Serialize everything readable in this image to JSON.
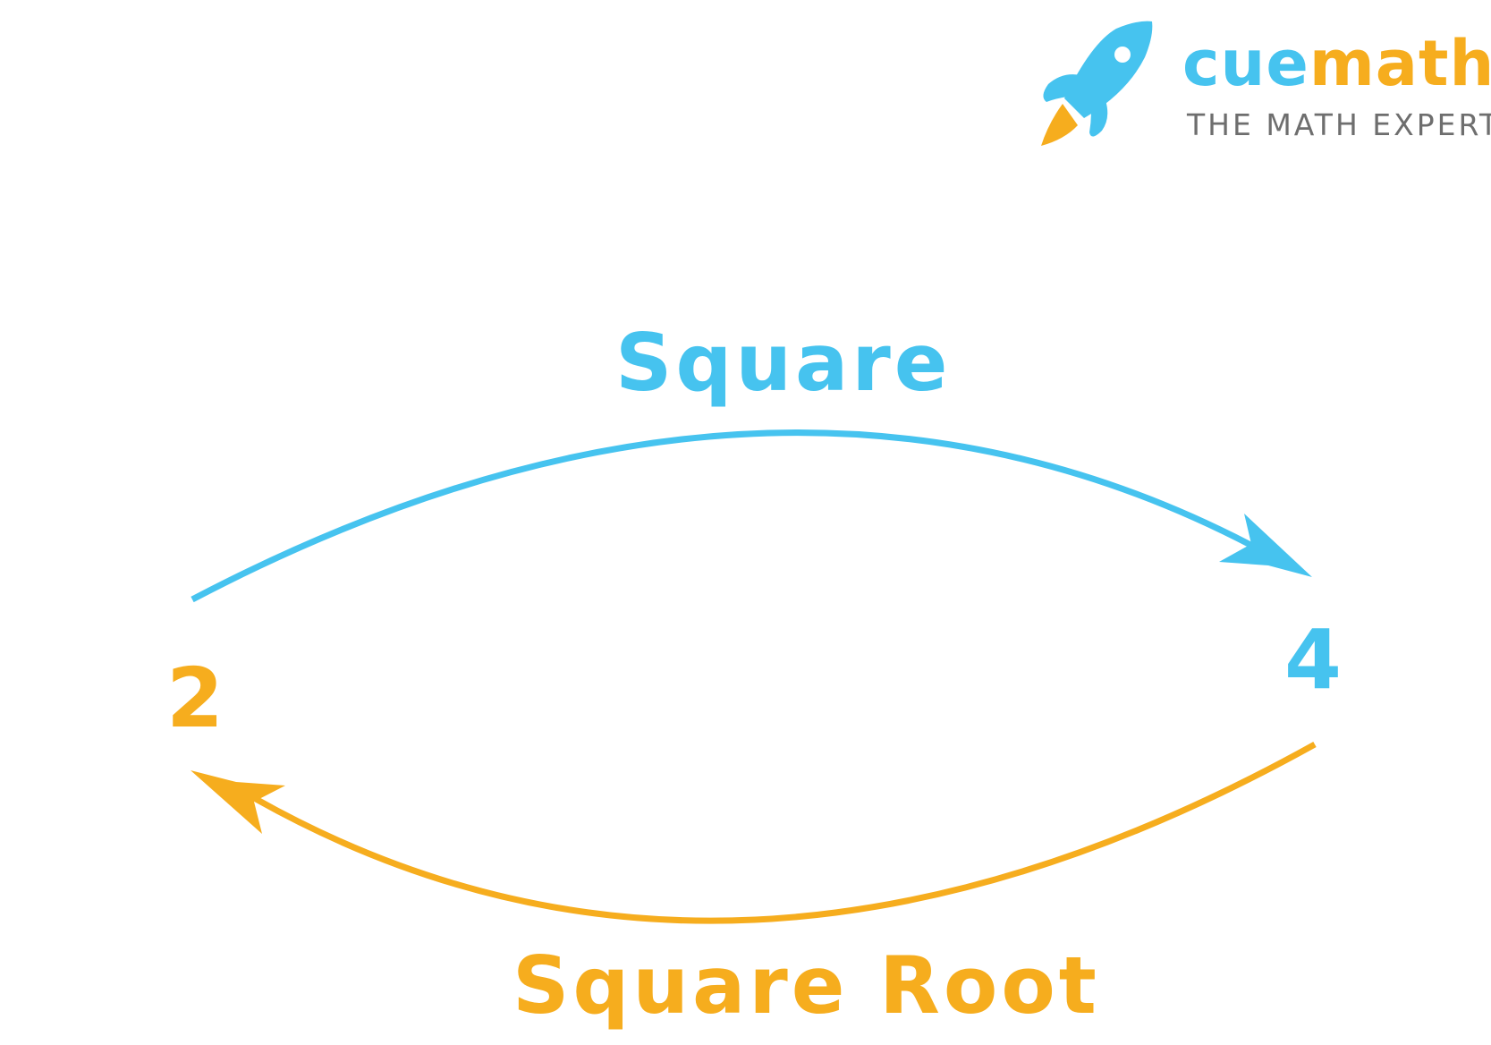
{
  "logo": {
    "word_cue": "cue",
    "word_math": "math",
    "tagline": "THE MATH EXPERT",
    "icon": "rocket-icon"
  },
  "diagram": {
    "forward_label": "Square",
    "backward_label": "Square Root",
    "from_value": "2",
    "to_value": "4"
  },
  "colors": {
    "blue": "#46c3ef",
    "orange": "#f6ad1e",
    "gray": "#6e6e6e"
  }
}
